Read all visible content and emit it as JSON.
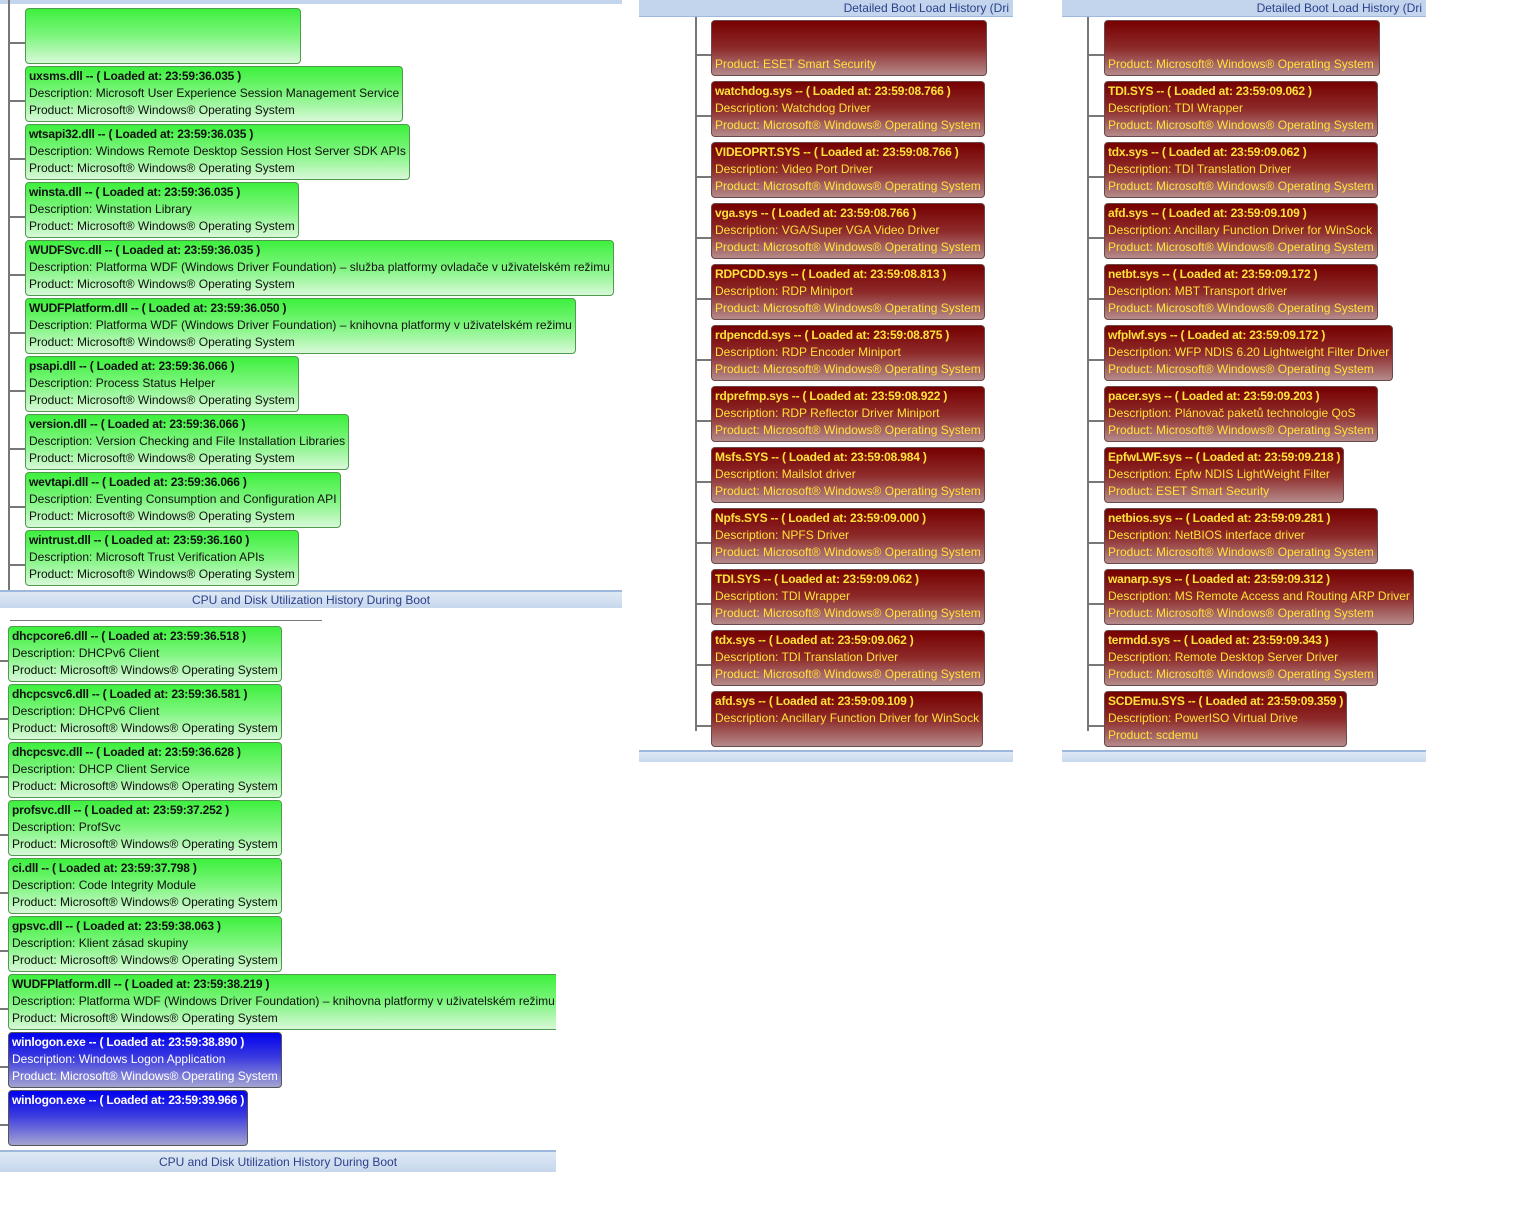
{
  "labels": {
    "loaded_prefix": " -- ( Loaded at: ",
    "loaded_suffix": " )",
    "desc_prefix": "Description: ",
    "prod_prefix": "Product: "
  },
  "panel_a": {
    "bottom_title": "CPU and Disk Utilization History During Boot",
    "cards": [
      {
        "name": "",
        "time": "",
        "description": "",
        "product": "",
        "partial": true
      },
      {
        "name": "uxsms.dll",
        "time": "23:59:36.035",
        "description": "Microsoft User Experience Session Management Service",
        "product": "Microsoft® Windows® Operating System"
      },
      {
        "name": "wtsapi32.dll",
        "time": "23:59:36.035",
        "description": "Windows Remote Desktop Session Host Server SDK APIs",
        "product": "Microsoft® Windows® Operating System"
      },
      {
        "name": "winsta.dll",
        "time": "23:59:36.035",
        "description": "Winstation Library",
        "product": "Microsoft® Windows® Operating System"
      },
      {
        "name": "WUDFSvc.dll",
        "time": "23:59:36.035",
        "description": "Platforma WDF (Windows Driver Foundation) – služba platformy ovladače v uživatelském režimu",
        "product": "Microsoft® Windows® Operating System"
      },
      {
        "name": "WUDFPlatform.dll",
        "time": "23:59:36.050",
        "description": "Platforma WDF (Windows Driver Foundation) – knihovna platformy v uživatelském režimu",
        "product": "Microsoft® Windows® Operating System"
      },
      {
        "name": "psapi.dll",
        "time": "23:59:36.066",
        "description": "Process Status Helper",
        "product": "Microsoft® Windows® Operating System"
      },
      {
        "name": "version.dll",
        "time": "23:59:36.066",
        "description": "Version Checking and File Installation Libraries",
        "product": "Microsoft® Windows® Operating System"
      },
      {
        "name": "wevtapi.dll",
        "time": "23:59:36.066",
        "description": "Eventing Consumption and Configuration API",
        "product": "Microsoft® Windows® Operating System"
      },
      {
        "name": "wintrust.dll",
        "time": "23:59:36.160",
        "description": "Microsoft Trust Verification APIs",
        "product": "Microsoft® Windows® Operating System"
      }
    ]
  },
  "panel_b": {
    "bottom_title": "CPU and Disk Utilization History During Boot",
    "cards": [
      {
        "name": "dhcpcore6.dll",
        "time": "23:59:36.518",
        "description": "DHCPv6 Client",
        "product": "Microsoft® Windows® Operating System"
      },
      {
        "name": "dhcpcsvc6.dll",
        "time": "23:59:36.581",
        "description": "DHCPv6 Client",
        "product": "Microsoft® Windows® Operating System"
      },
      {
        "name": "dhcpcsvc.dll",
        "time": "23:59:36.628",
        "description": "DHCP Client Service",
        "product": "Microsoft® Windows® Operating System"
      },
      {
        "name": "profsvc.dll",
        "time": "23:59:37.252",
        "description": "ProfSvc",
        "product": "Microsoft® Windows® Operating System"
      },
      {
        "name": "ci.dll",
        "time": "23:59:37.798",
        "description": "Code Integrity Module",
        "product": "Microsoft® Windows® Operating System"
      },
      {
        "name": "gpsvc.dll",
        "time": "23:59:38.063",
        "description": "Klient zásad skupiny",
        "product": "Microsoft® Windows® Operating System"
      },
      {
        "name": "WUDFPlatform.dll",
        "time": "23:59:38.219",
        "description": "Platforma WDF (Windows Driver Foundation) – knihovna platformy v uživatelském režimu",
        "product": "Microsoft® Windows® Operating System"
      },
      {
        "name": "winlogon.exe",
        "time": "23:59:38.890",
        "description": "Windows Logon Application",
        "product": "Microsoft® Windows® Operating System",
        "color": "blue"
      },
      {
        "name": "winlogon.exe",
        "time": "23:59:39.966",
        "description": "",
        "product": "",
        "color": "blue"
      }
    ]
  },
  "panel_c": {
    "header_title": "Detailed Boot Load History (Dri",
    "cards": [
      {
        "name": "",
        "time": "",
        "description": "",
        "product": "ESET Smart Security",
        "partial": true
      },
      {
        "name": "watchdog.sys",
        "time": "23:59:08.766",
        "description": "Watchdog Driver",
        "product": "Microsoft® Windows® Operating System"
      },
      {
        "name": "VIDEOPRT.SYS",
        "time": "23:59:08.766",
        "description": "Video Port Driver",
        "product": "Microsoft® Windows® Operating System"
      },
      {
        "name": "vga.sys",
        "time": "23:59:08.766",
        "description": "VGA/Super VGA Video Driver",
        "product": "Microsoft® Windows® Operating System"
      },
      {
        "name": "RDPCDD.sys",
        "time": "23:59:08.813",
        "description": "RDP Miniport",
        "product": "Microsoft® Windows® Operating System"
      },
      {
        "name": "rdpencdd.sys",
        "time": "23:59:08.875",
        "description": "RDP Encoder Miniport",
        "product": "Microsoft® Windows® Operating System"
      },
      {
        "name": "rdprefmp.sys",
        "time": "23:59:08.922",
        "description": "RDP Reflector Driver Miniport",
        "product": "Microsoft® Windows® Operating System"
      },
      {
        "name": "Msfs.SYS",
        "time": "23:59:08.984",
        "description": "Mailslot driver",
        "product": "Microsoft® Windows® Operating System"
      },
      {
        "name": "Npfs.SYS",
        "time": "23:59:09.000",
        "description": "NPFS Driver",
        "product": "Microsoft® Windows® Operating System"
      },
      {
        "name": "TDI.SYS",
        "time": "23:59:09.062",
        "description": "TDI Wrapper",
        "product": "Microsoft® Windows® Operating System"
      },
      {
        "name": "tdx.sys",
        "time": "23:59:09.062",
        "description": "TDI Translation Driver",
        "product": "Microsoft® Windows® Operating System"
      },
      {
        "name": "afd.sys",
        "time": "23:59:09.109",
        "description": "Ancillary Function Driver for WinSock",
        "product": ""
      }
    ]
  },
  "panel_d": {
    "header_title": "Detailed Boot Load History (Dri",
    "cards": [
      {
        "name": "",
        "time": "",
        "description": "",
        "product": "Microsoft® Windows® Operating System",
        "partial": true
      },
      {
        "name": "TDI.SYS",
        "time": "23:59:09.062",
        "description": "TDI Wrapper",
        "product": "Microsoft® Windows® Operating System"
      },
      {
        "name": "tdx.sys",
        "time": "23:59:09.062",
        "description": "TDI Translation Driver",
        "product": "Microsoft® Windows® Operating System"
      },
      {
        "name": "afd.sys",
        "time": "23:59:09.109",
        "description": "Ancillary Function Driver for WinSock",
        "product": "Microsoft® Windows® Operating System"
      },
      {
        "name": "netbt.sys",
        "time": "23:59:09.172",
        "description": "MBT Transport driver",
        "product": "Microsoft® Windows® Operating System"
      },
      {
        "name": "wfplwf.sys",
        "time": "23:59:09.172",
        "description": "WFP NDIS 6.20 Lightweight Filter Driver",
        "product": "Microsoft® Windows® Operating System"
      },
      {
        "name": "pacer.sys",
        "time": "23:59:09.203",
        "description": "Plánovač paketů technologie QoS",
        "product": "Microsoft® Windows® Operating System"
      },
      {
        "name": "EpfwLWF.sys",
        "time": "23:59:09.218",
        "description": "Epfw NDIS LightWeight Filter",
        "product": "ESET Smart Security"
      },
      {
        "name": "netbios.sys",
        "time": "23:59:09.281",
        "description": "NetBIOS interface driver",
        "product": "Microsoft® Windows® Operating System"
      },
      {
        "name": "wanarp.sys",
        "time": "23:59:09.312",
        "description": "MS Remote Access and Routing ARP Driver",
        "product": "Microsoft® Windows® Operating System"
      },
      {
        "name": "termdd.sys",
        "time": "23:59:09.343",
        "description": "Remote Desktop Server Driver",
        "product": "Microsoft® Windows® Operating System"
      },
      {
        "name": "SCDEmu.SYS",
        "time": "23:59:09.359",
        "description": "PowerISO Virtual Drive",
        "product": "scdemu"
      }
    ]
  }
}
